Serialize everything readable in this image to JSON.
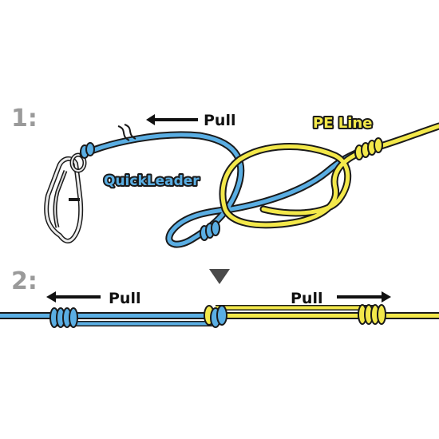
{
  "steps": {
    "step1": "1:",
    "step2": "2:"
  },
  "labels": {
    "pull_top": "Pull",
    "pull_left": "Pull",
    "pull_right": "Pull",
    "pe_line": "PE Line",
    "quick_leader": "QuickLeader"
  },
  "icons": [
    "swivel-snap-icon",
    "arrow-left-icon",
    "arrow-right-icon",
    "down-triangle-icon"
  ],
  "colors": {
    "pe_line": "#f3e84a",
    "quick_leader": "#5aaee3",
    "outline": "#1a1a1a",
    "step_number": "#9a9a9a"
  }
}
